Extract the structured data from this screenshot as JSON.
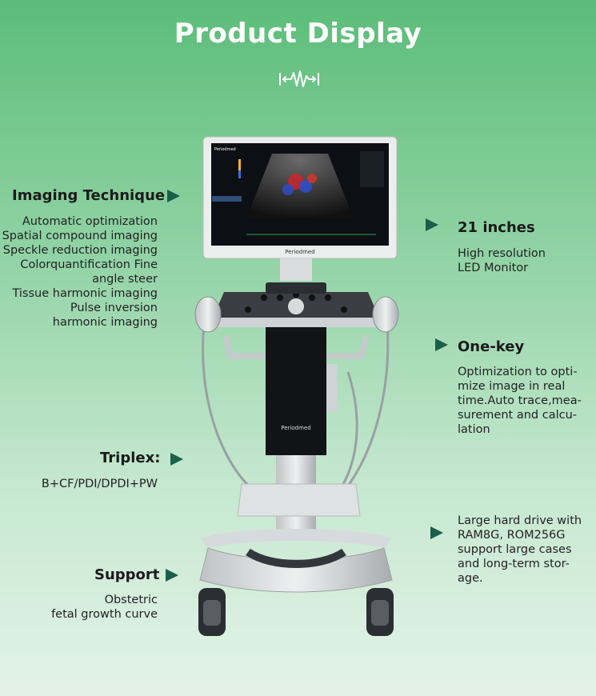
{
  "header": {
    "title": "Product Display",
    "icon": "ultrasound-wave-icon"
  },
  "device": {
    "brand_screen": "Periodmed",
    "brand_monitor": "Periodmed",
    "brand_column": "Periodmed"
  },
  "features_left": [
    {
      "title": "Imaging Technique",
      "text": "Automatic optimization\nSpatial compound imaging\nSpeckle reduction imaging\nColorquantification Fine\nangle steer\nTissue harmonic imaging\nPulse inversion\nharmonic imaging"
    },
    {
      "title": "Triplex:",
      "text": "B+CF/PDI/DPDI+PW"
    },
    {
      "title": "Support",
      "text": "Obstetric\nfetal growth curve"
    }
  ],
  "features_right": [
    {
      "title": "21 inches",
      "text": "High resolution\nLED Monitor"
    },
    {
      "title": "One-key",
      "text": "Optimization to opti-\nmize image in real\ntime.Auto trace,mea-\nsurement and calcu-\nlation"
    },
    {
      "title": "",
      "text": "Large hard drive with\nRAM8G, ROM256G\nsupport large cases\nand long-term stor-\nage."
    }
  ],
  "colors": {
    "arrow": "#1b5e4a",
    "title": "#ffffff",
    "bg_top": "#5bbd79",
    "bg_bottom": "#e3f3e7"
  }
}
